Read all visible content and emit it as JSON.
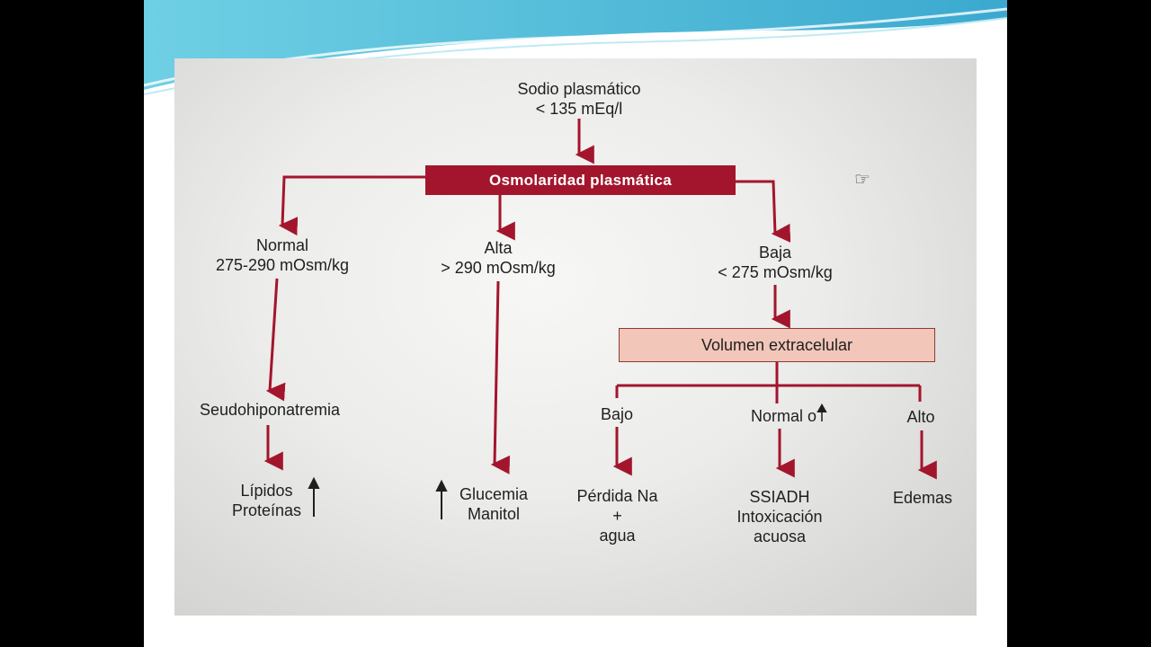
{
  "root": {
    "line1": "Sodio plasmático",
    "line2": "< 135 mEq/l"
  },
  "osmolaridad": "Osmolaridad plasmática",
  "normal": {
    "line1": "Normal",
    "line2": "275-290 mOsm/kg"
  },
  "alta": {
    "line1": "Alta",
    "line2": "> 290 mOsm/kg"
  },
  "baja": {
    "line1": "Baja",
    "line2": "< 275 mOsm/kg"
  },
  "volumen": "Volumen extracelular",
  "seudo": "Seudohiponatremia",
  "lipidos": {
    "line1": "Lípidos",
    "line2": "Proteínas"
  },
  "glucemia": {
    "line1": "Glucemia",
    "line2": "Manitol"
  },
  "vol_bajo": "Bajo",
  "vol_normal": "Normal o",
  "vol_alto": "Alto",
  "perdida": {
    "line1": "Pérdida Na",
    "line2": "+",
    "line3": "agua"
  },
  "ssiadh": {
    "line1": "SSIADH",
    "line2": "Intoxicación",
    "line3": "acuosa"
  },
  "edemas": "Edemas",
  "colors": {
    "arrow": "#a3152c",
    "box_red": "#a3152c",
    "box_pink": "#f2c6b8",
    "slide_accent": "#5fc3da"
  },
  "icons": {
    "up_arrow": "up-arrow-icon",
    "cursor": "hand-pointer-icon"
  }
}
